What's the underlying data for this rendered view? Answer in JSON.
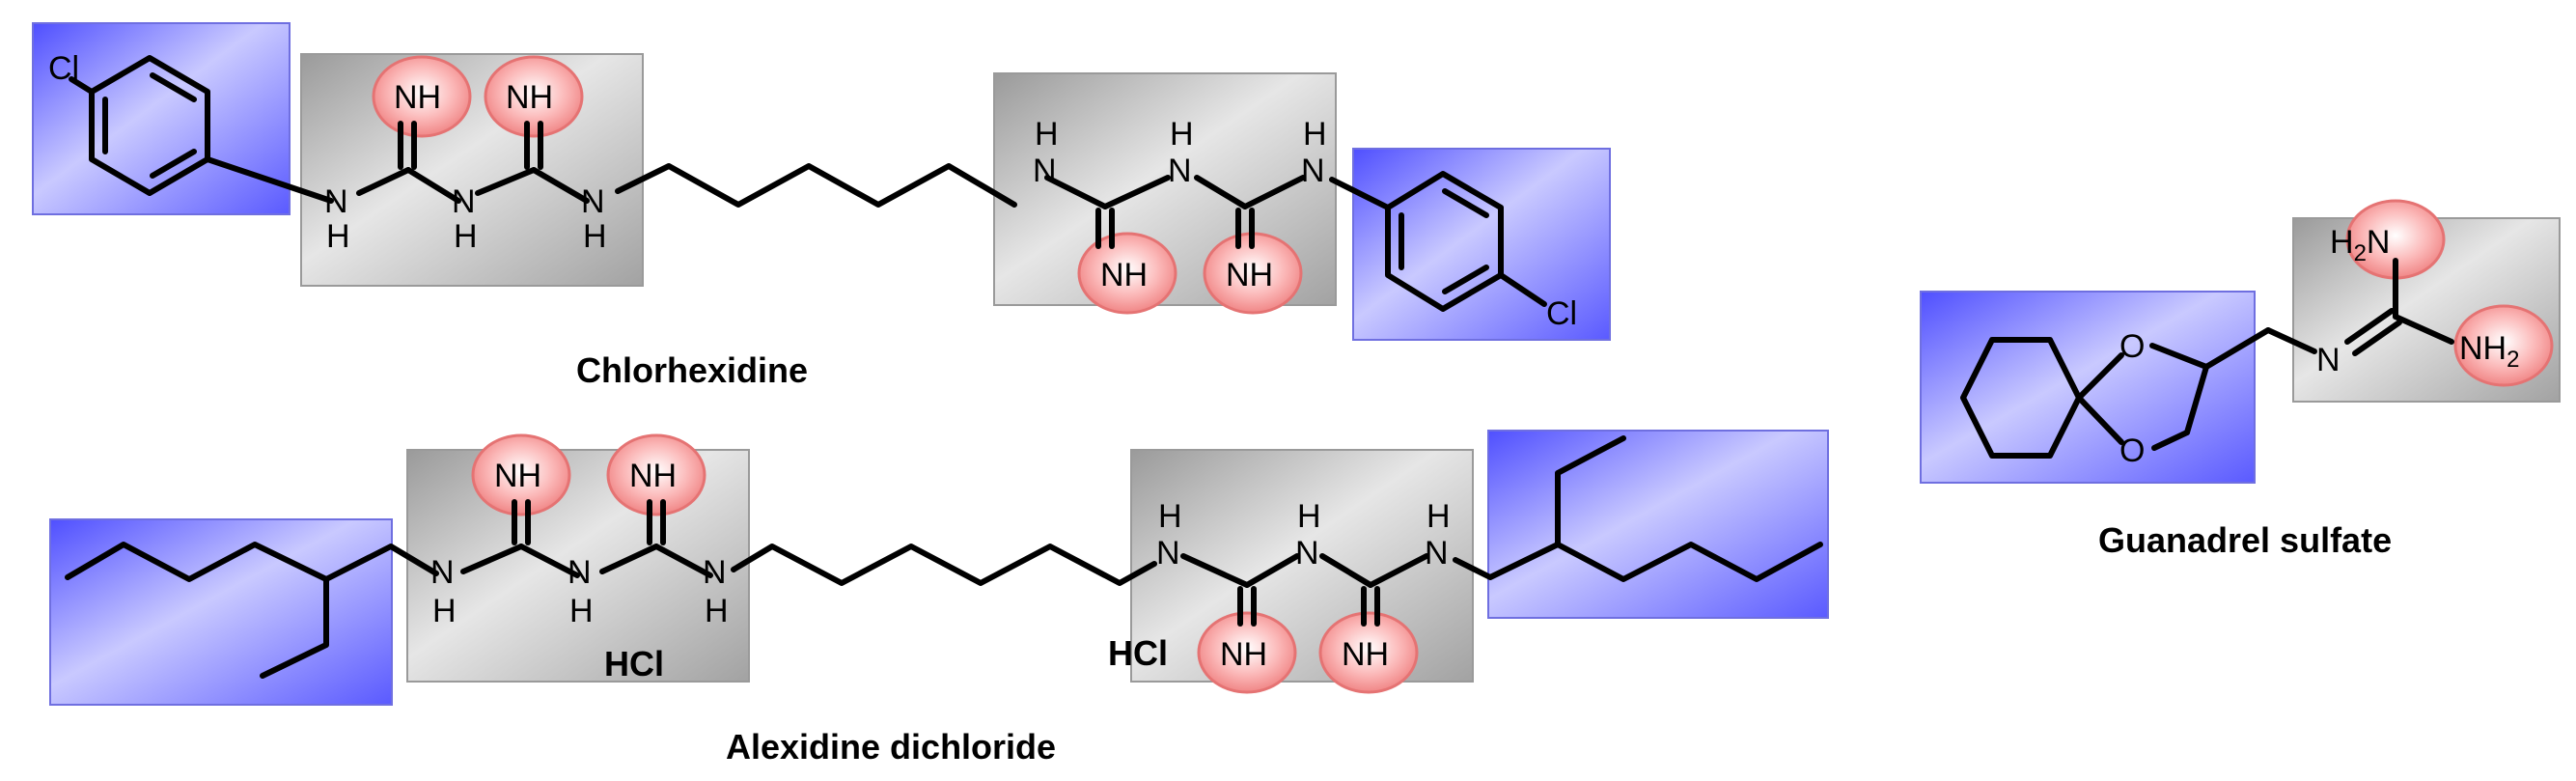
{
  "colors": {
    "hydrophobic_box": "#7b7bff",
    "cationic_box": "#b4b4b4",
    "nh_highlight": "#f08080",
    "bond": "#000000"
  },
  "labels": {
    "chlorhexidine": "Chlorhexidine",
    "alexidine": "Alexidine dichloride",
    "guanadrel": "Guanadrel sulfate",
    "cl": "Cl",
    "hcl": "HCl",
    "nh": "NH",
    "h": "H",
    "n": "N",
    "o": "O",
    "h2n_h": "H",
    "h2n_sub": "2",
    "h2n_n": "N",
    "nh2_nh": "NH",
    "nh2_sub": "2"
  }
}
